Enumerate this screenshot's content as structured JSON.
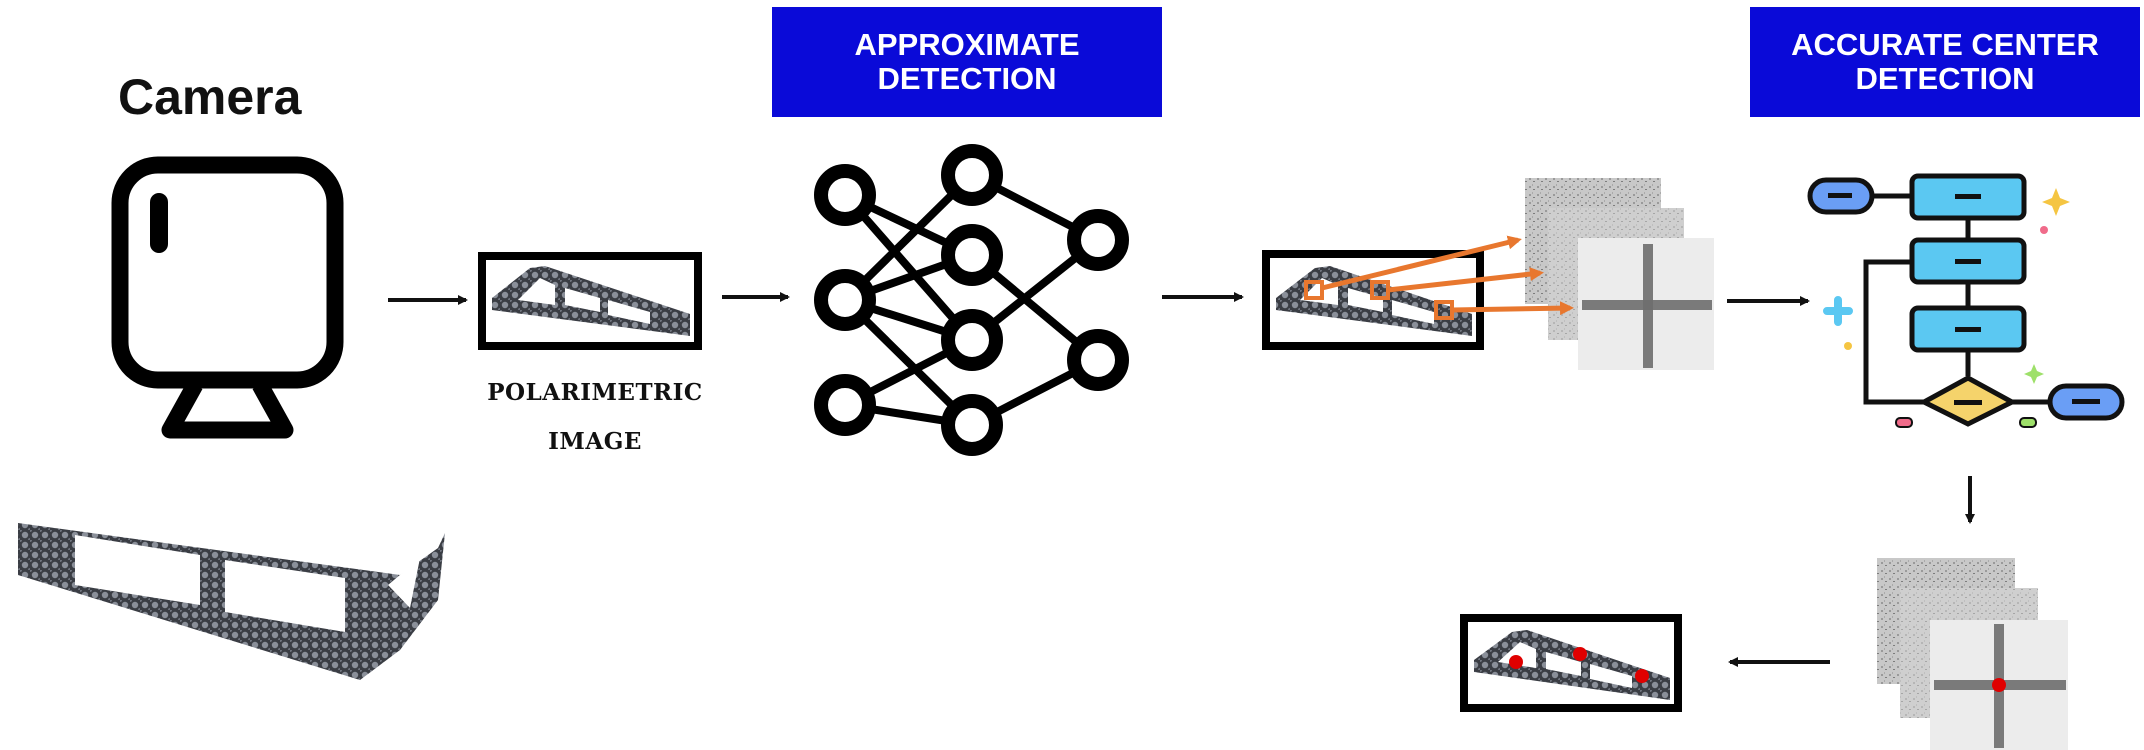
{
  "camera": {
    "label": "Camera"
  },
  "polarimetric": {
    "caption_line1": "POLARIMETRIC",
    "caption_line2": "IMAGE"
  },
  "approximate": {
    "title_line1": "APPROXIMATE",
    "title_line2": "DETECTION"
  },
  "accurate": {
    "title_line1": "ACCURATE CENTER",
    "title_line2": "DETECTION"
  },
  "colors": {
    "header_bg": "#0a0ad8",
    "header_text": "#ffffff",
    "arrow": "#111111",
    "highlight_arrow": "#e8772e",
    "marker": "#e00000",
    "flow_blue": "#5bc8f2",
    "flow_yellow": "#f5d36b"
  },
  "icons": [
    "camera-icon",
    "neural-network-icon",
    "flowchart-icon",
    "part-image",
    "crop-patches"
  ]
}
